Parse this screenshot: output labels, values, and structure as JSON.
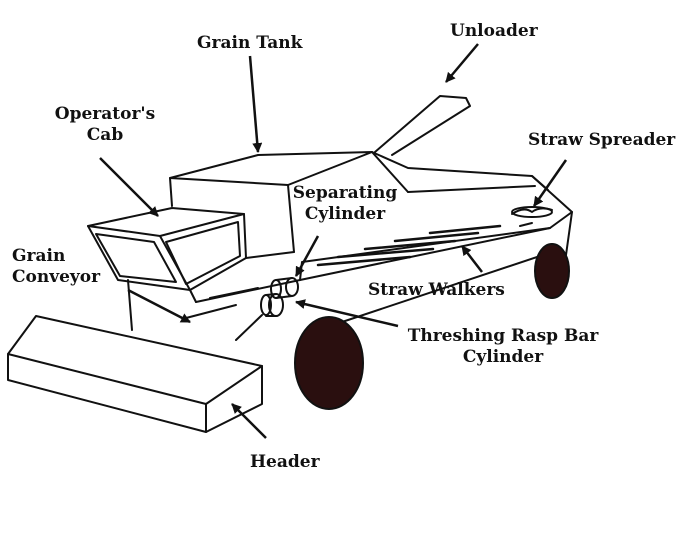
{
  "colors": {
    "ink": "#111111",
    "wheel": "#2a0f0f",
    "paper": "#ffffff"
  },
  "labels": {
    "unloader": "Unloader",
    "grain_tank": "Grain Tank",
    "operators_cab_line1": "Operator's",
    "operators_cab_line2": "Cab",
    "straw_spreader": "Straw Spreader",
    "separating_cylinder_line1": "Separating",
    "separating_cylinder_line2": "Cylinder",
    "grain_conveyor_line1": "Grain",
    "grain_conveyor_line2": "Conveyor",
    "straw_walkers": "Straw Walkers",
    "threshing_line1": "Threshing Rasp Bar",
    "threshing_line2": "Cylinder",
    "header": "Header"
  }
}
